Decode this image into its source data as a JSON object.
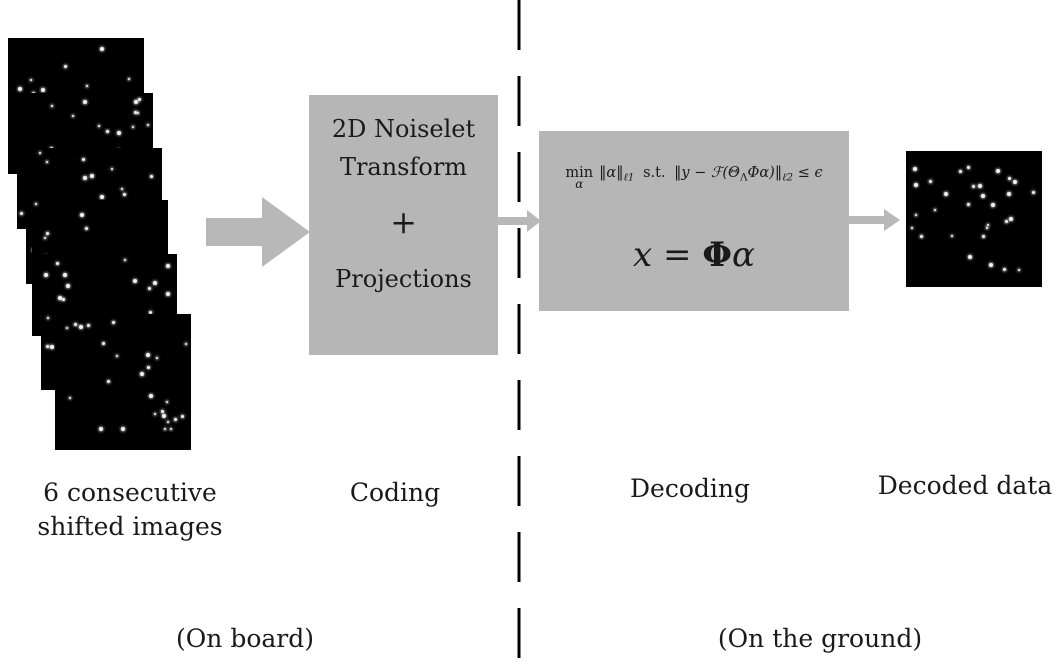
{
  "coding_box": {
    "line1": "2D Noiselet",
    "line2": "Transform",
    "plus": "+",
    "line3": "Projections"
  },
  "decoding_box": {
    "formula_min": "min",
    "formula_alpha_under": "α",
    "formula_rest_a": "‖α‖",
    "formula_rest_a_sub": "ℓ1",
    "formula_st": "s.t.",
    "formula_rest_b": "‖y − ℱ(Θ",
    "formula_rest_b_sub": "Λ",
    "formula_rest_c": "Φα)‖",
    "formula_rest_c_sub": "ℓ2",
    "formula_rest_d": "≤ ϵ",
    "formula_main_lhs": "x",
    "formula_main_eq": "=",
    "formula_main_phi": "Φ",
    "formula_main_alpha": "α"
  },
  "captions": {
    "input_line1": "6 consecutive",
    "input_line2": "shifted images",
    "coding": "Coding",
    "decoding": "Decoding",
    "decoded": "Decoded data",
    "on_board": "(On board)",
    "on_ground": "(On the ground)"
  },
  "colors": {
    "box_fill": "#b6b6b6",
    "arrow_fill": "#b8b8b8",
    "divider": "#000000",
    "image_background": "#000000"
  },
  "input_images_count": 6
}
